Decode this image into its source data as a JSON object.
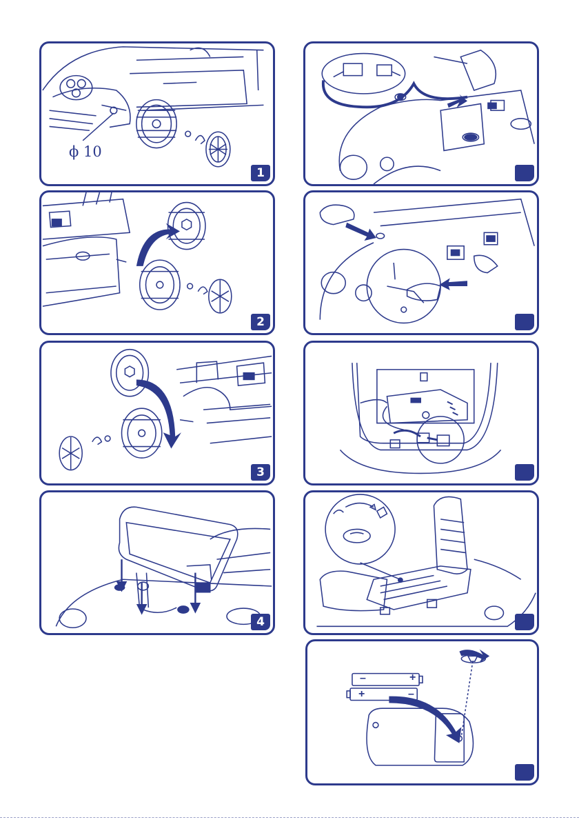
{
  "panels": [
    {
      "id": "p1",
      "step": "1",
      "label": "ϕ 10"
    },
    {
      "id": "p2",
      "step": "2"
    },
    {
      "id": "p3",
      "step": "3"
    },
    {
      "id": "p4",
      "step": "4"
    },
    {
      "id": "p5",
      "step": ""
    },
    {
      "id": "p6",
      "step": ""
    },
    {
      "id": "p7",
      "step": ""
    },
    {
      "id": "p8",
      "step": ""
    },
    {
      "id": "p9",
      "step": "",
      "battery_top": {
        "minus": "–",
        "plus": "+"
      },
      "battery_bottom": {
        "plus": "+",
        "minus": "–"
      }
    }
  ],
  "colors": {
    "ink": "#2d3a8c",
    "accent": "#2d3a8c"
  }
}
